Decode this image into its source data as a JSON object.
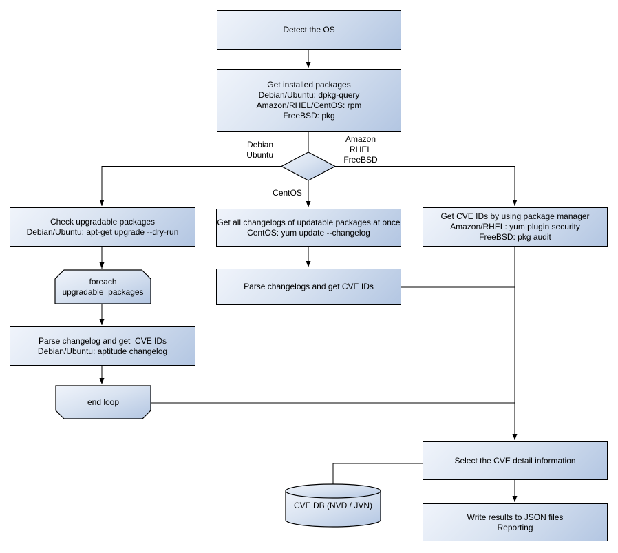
{
  "colors": {
    "node_fill_light": "#f0f4fb",
    "node_fill_dark": "#b3c6e2",
    "stroke": "#000000",
    "background": "#ffffff"
  },
  "nodes": {
    "detect_os": {
      "label": "Detect the OS"
    },
    "get_installed_packages": {
      "label": "Get installed packages\nDebian/Ubuntu: dpkg-query\nAmazon/RHEL/CentOS: rpm\nFreeBSD: pkg"
    },
    "check_upgradable": {
      "label": "Check upgradable packages\nDebian/Ubuntu: apt-get upgrade --dry-run"
    },
    "foreach_loop": {
      "label": "foreach\nupgradable  packages"
    },
    "parse_changelog_deb": {
      "label": "Parse changelog and get  CVE IDs\nDebian/Ubuntu: aptitude changelog"
    },
    "end_loop": {
      "label": "end loop"
    },
    "get_changelogs_centos": {
      "label": "Get all changelogs of updatable packages at once\nCentOS: yum update --changelog"
    },
    "parse_changelogs_centos": {
      "label": "Parse changelogs and get CVE IDs"
    },
    "get_cve_ids_pkgmgr": {
      "label": "Get CVE IDs by using package manager\nAmazon/RHEL: yum plugin security\nFreeBSD: pkg audit"
    },
    "select_cve_detail": {
      "label": "Select the CVE detail information"
    },
    "write_results": {
      "label": "Write results to JSON files\nReporting"
    },
    "cve_db": {
      "label": "CVE DB (NVD / JVN)"
    }
  },
  "edge_labels": {
    "left_branch": "Debian\nUbuntu",
    "right_branch": "Amazon\nRHEL\nFreeBSD",
    "down_branch": "CentOS"
  }
}
